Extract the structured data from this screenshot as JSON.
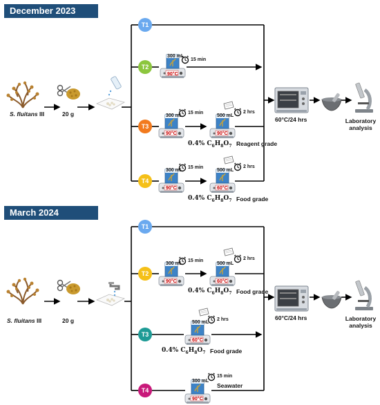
{
  "sections": [
    {
      "title": "December 2023",
      "sample": {
        "species": "S. fluitans",
        "strain": "III",
        "mass": "20 g"
      },
      "branches": [
        {
          "id": "T1",
          "color": "#6aa9ef"
        },
        {
          "id": "T2",
          "color": "#8cc63e",
          "beaker1": "300 mL",
          "temp1": "90°C",
          "time1": "15 min"
        },
        {
          "id": "T3",
          "color": "#f27a1d",
          "beaker1": "300 mL",
          "temp1": "90°C",
          "time1": "15 min",
          "beaker2": "500 mL",
          "temp2": "90°C",
          "time2": "2 hrs",
          "reagent": "0.4%",
          "grade": "Reagent grade"
        },
        {
          "id": "T4",
          "color": "#f5c018",
          "beaker1": "300 mL",
          "temp1": "90°C",
          "time1": "15 min",
          "beaker2": "500 mL",
          "temp2": "60°C",
          "time2": "2 hrs",
          "reagent": "0.4%",
          "grade": "Food grade"
        }
      ],
      "oven": "60°C/24 hrs",
      "analysis": "Laboratory analysis"
    },
    {
      "title": "March 2024",
      "sample": {
        "species": "S. fluitans",
        "strain": "III",
        "mass": "20 g"
      },
      "branches": [
        {
          "id": "T1",
          "color": "#6aa9ef"
        },
        {
          "id": "T2",
          "color": "#f5c018",
          "beaker1": "300 mL",
          "temp1": "90°C",
          "time1": "15 min",
          "beaker2": "500 mL",
          "temp2": "60°C",
          "time2": "2 hrs",
          "reagent": "0.4%",
          "grade": "Food grade"
        },
        {
          "id": "T3",
          "color": "#1e9b96",
          "beaker2": "500 mL",
          "temp2": "60°C",
          "time2": "2 hrs",
          "reagent": "0.4%",
          "grade": "Food grade"
        },
        {
          "id": "T4",
          "color": "#c8197a",
          "beaker1": "300 mL",
          "temp1": "90°C",
          "time1": "15 min",
          "medium": "Seawater"
        }
      ],
      "oven": "60°C/24 hrs",
      "analysis": "Laboratory analysis"
    }
  ],
  "formula": {
    "C": "C",
    "c_n": "6",
    "H": "H",
    "h_n": "8",
    "O": "O",
    "o_n": "7"
  }
}
